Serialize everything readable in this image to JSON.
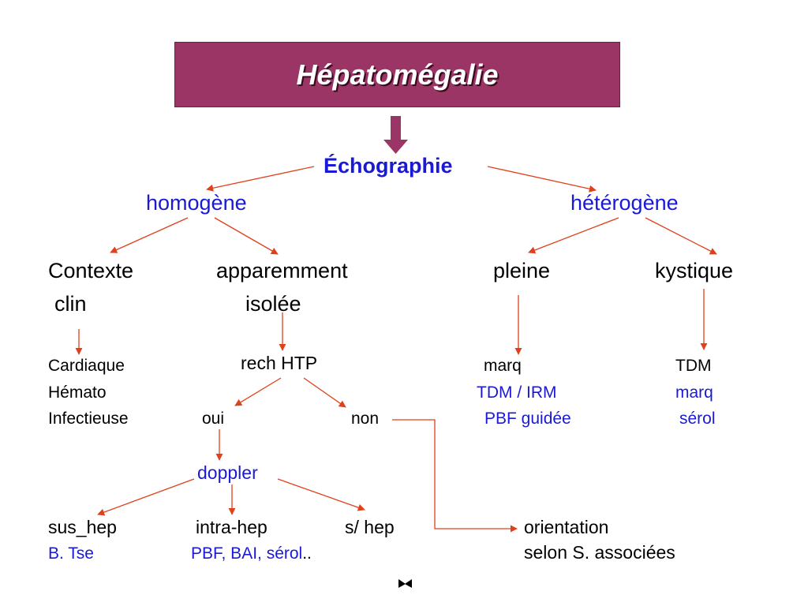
{
  "title": "Hépatomégalie",
  "colors": {
    "title_bg": "#9b3566",
    "title_border": "#6d1f45",
    "arrow": "#e0401a",
    "big_arrow": "#9b3566",
    "blue_text": "#1a1ad6"
  },
  "nodes": {
    "echographie": "Échographie",
    "homogene": "homogène",
    "heterogene": "hétérogène",
    "contexte": "Contexte",
    "clin": "clin",
    "apparemment": "apparemment",
    "isolee": "isolée",
    "pleine": "pleine",
    "kystique": "kystique",
    "cardiaque": "Cardiaque",
    "hemato": "Hémato",
    "infectieuse": "Infectieuse",
    "rech_htp": "rech HTP",
    "oui": "oui",
    "non": "non",
    "marq_pleine": "marq",
    "tdm_irm": "TDM / IRM",
    "pbf_guidee": "PBF guidée",
    "tdm": "TDM",
    "marq_kystique": "marq",
    "serol": "sérol",
    "doppler": "doppler",
    "sus_hep": "sus_hep",
    "intra_hep": "intra-hep",
    "s_hep": "s/ hep",
    "b_tse": "B. Tse",
    "pbf_bai": "PBF, BAI, sérol",
    "pbf_bai_dots": "..",
    "orientation": "orientation",
    "selon": "selon S. associées"
  }
}
